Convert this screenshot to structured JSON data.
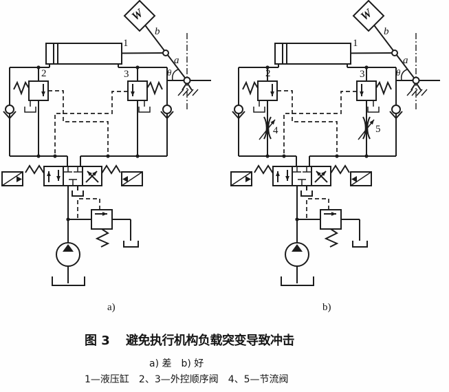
{
  "colors": {
    "line": "#1c1c1c",
    "background": "#fefefe"
  },
  "diagram_a": {
    "weight_label": "W",
    "rod_upper_label": "b",
    "rod_lower_label": "a",
    "angle_label": "θ",
    "cylinder_label": "1",
    "seq_valve_left_label": "2",
    "seq_valve_right_label": "3",
    "sub_label": "a)"
  },
  "diagram_b": {
    "weight_label": "W",
    "rod_upper_label": "b",
    "rod_lower_label": "a",
    "angle_label": "θ",
    "cylinder_label": "1",
    "seq_valve_left_label": "2",
    "seq_valve_right_label": "3",
    "throttle_left_label": "4",
    "throttle_right_label": "5",
    "sub_label": "b)"
  },
  "caption": {
    "figure_no": "图 3",
    "title": "避免执行机构负载突变导致冲击",
    "subtitle": "a) 差　b) 好",
    "legend": "1—液压缸　2、3—外控顺序阀　4、5—节流阀"
  }
}
